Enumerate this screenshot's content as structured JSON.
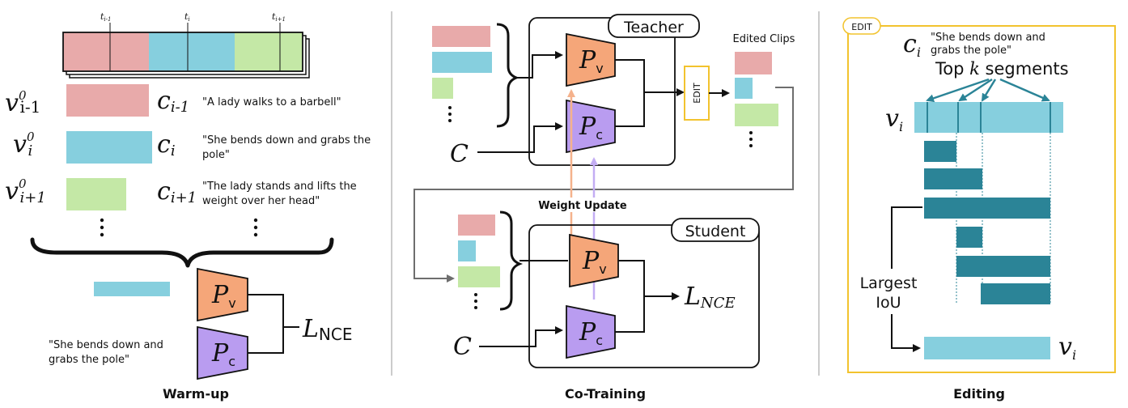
{
  "colors": {
    "pink": "#e8aaaa",
    "blue": "#86cfde",
    "green": "#c4e8a6",
    "orange": "#f5a679",
    "purple": "#b99cf0",
    "teal": "#2b8497",
    "edit_yellow": "#f2c32e",
    "arrow_orange": "#f5b28c",
    "arrow_purple": "#c3adf3",
    "gray_line": "#6e6e6e"
  },
  "warmup": {
    "title": "Warm-up",
    "t_labels": [
      "t",
      "i-1",
      "t",
      "i",
      "t",
      "i+1"
    ],
    "v": "v",
    "zero": "0",
    "sub_prev": "i-1",
    "sub_i": "i",
    "sub_next": "i+1",
    "c": "c",
    "caption_prev": "\"A lady walks to a barbell\"",
    "caption_i_l1": "\"She bends down and grabs the",
    "caption_i_l2": "pole\"",
    "caption_next_l1": "\"The lady stands and lifts the",
    "caption_next_l2": "weight over her head\"",
    "query_l1": "\"She bends down and",
    "query_l2": "grabs the pole\"",
    "p": "P",
    "pv_sub": "v",
    "pc_sub": "c",
    "loss": "L",
    "loss_sub": "NCE"
  },
  "cotraining": {
    "title": "Co-Training",
    "teacher": "Teacher",
    "student": "Student",
    "edited_clips": "Edited Clips",
    "edit": "EDIT",
    "weight_update": "Weight Update",
    "c_input": "C",
    "p": "P",
    "pv_sub": "v",
    "pc_sub": "c",
    "loss": "L",
    "loss_sub": "NCE"
  },
  "editing": {
    "title": "Editing",
    "edit_tag": "EDIT",
    "c": "c",
    "c_sub": "i",
    "caption_l1": "\"She bends down and",
    "caption_l2": "grabs the pole\"",
    "top": "Top ",
    "k": "k",
    "segments": " segments",
    "v": "v",
    "v_sub": "i",
    "largest": "Largest",
    "iou": "IoU"
  }
}
